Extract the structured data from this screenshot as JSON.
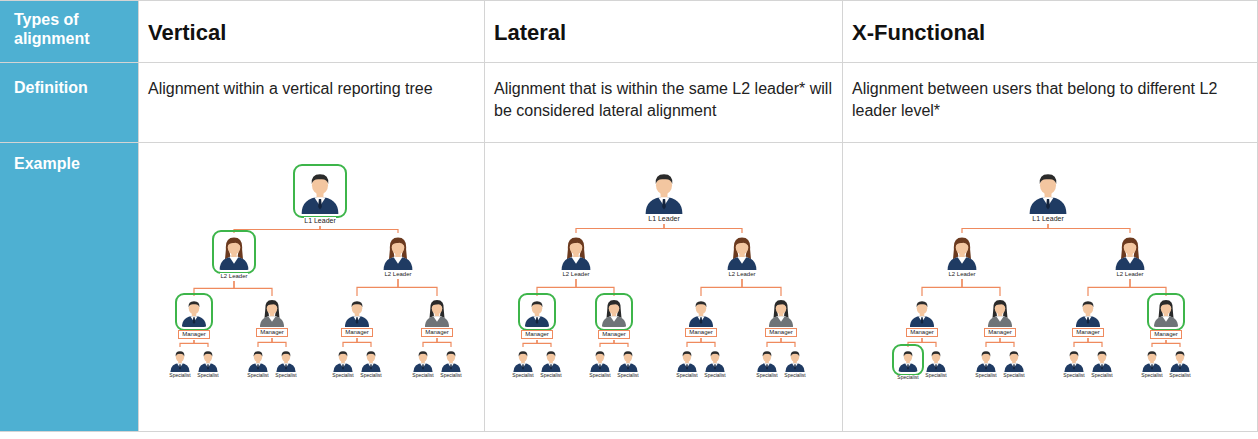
{
  "diagram": {
    "nodes": [
      {
        "text": [
          "L1 Leader"
        ]
      },
      {
        "text": [
          "L2 Leader"
        ]
      },
      {
        "text": [
          "L2 Leader"
        ]
      },
      {
        "text": [
          "Manager"
        ]
      },
      {
        "text": [
          "Manager"
        ]
      },
      {
        "text": [
          "Manager"
        ]
      },
      {
        "text": [
          "Manager"
        ]
      },
      {
        "text": [
          "Specialist"
        ]
      },
      {
        "text": [
          "Specialist"
        ]
      },
      {
        "text": [
          "Specialist"
        ]
      },
      {
        "text": [
          "Specialist"
        ]
      },
      {
        "text": [
          "Specialist"
        ]
      },
      {
        "text": [
          "Specialist"
        ]
      },
      {
        "text": [
          "Specialist"
        ]
      },
      {
        "text": [
          "Specialist"
        ]
      },
      {
        "text": [
          "L1 Leader"
        ]
      },
      {
        "text": [
          "L2 Leader"
        ]
      },
      {
        "text": [
          "L2 Leader"
        ]
      },
      {
        "text": [
          "Manager"
        ]
      },
      {
        "text": [
          "Manager"
        ]
      },
      {
        "text": [
          "Manager"
        ]
      },
      {
        "text": [
          "Manager"
        ]
      },
      {
        "text": [
          "Specialist"
        ]
      },
      {
        "text": [
          "Specialist"
        ]
      },
      {
        "text": [
          "Specialist"
        ]
      },
      {
        "text": [
          "Specialist"
        ]
      },
      {
        "text": [
          "Specialist"
        ]
      },
      {
        "text": [
          "Specialist"
        ]
      },
      {
        "text": [
          "Specialist"
        ]
      },
      {
        "text": [
          "Specialist"
        ]
      },
      {
        "text": [
          "L1 Leader"
        ]
      },
      {
        "text": [
          "L2 Leader"
        ]
      },
      {
        "text": [
          "L2 Leader"
        ]
      },
      {
        "text": [
          "Manager"
        ]
      },
      {
        "text": [
          "Manager"
        ]
      },
      {
        "text": [
          "Manager"
        ]
      },
      {
        "text": [
          "Manager"
        ]
      },
      {
        "text": [
          "Specialist"
        ]
      },
      {
        "text": [
          "Specialist"
        ]
      },
      {
        "text": [
          "Specialist"
        ]
      },
      {
        "text": [
          "Specialist"
        ]
      },
      {
        "text": [
          "Specialist"
        ]
      },
      {
        "text": [
          "Specialist"
        ]
      },
      {
        "text": [
          "Specialist"
        ]
      },
      {
        "text": [
          "Specialist"
        ]
      }
    ],
    "edges": [
      {
        "from": 0,
        "to": 1,
        "arrow": "none"
      },
      {
        "from": 0,
        "to": 2,
        "arrow": "none"
      },
      {
        "from": 1,
        "to": 3,
        "arrow": "none"
      },
      {
        "from": 1,
        "to": 4,
        "arrow": "none"
      },
      {
        "from": 2,
        "to": 5,
        "arrow": "none"
      },
      {
        "from": 2,
        "to": 6,
        "arrow": "none"
      },
      {
        "from": 3,
        "to": 7,
        "arrow": "none"
      },
      {
        "from": 3,
        "to": 8,
        "arrow": "none"
      },
      {
        "from": 4,
        "to": 9,
        "arrow": "none"
      },
      {
        "from": 4,
        "to": 10,
        "arrow": "none"
      },
      {
        "from": 5,
        "to": 11,
        "arrow": "none"
      },
      {
        "from": 5,
        "to": 12,
        "arrow": "none"
      },
      {
        "from": 6,
        "to": 13,
        "arrow": "none"
      },
      {
        "from": 6,
        "to": 14,
        "arrow": "none"
      },
      {
        "from": 15,
        "to": 16,
        "arrow": "none"
      },
      {
        "from": 15,
        "to": 17,
        "arrow": "none"
      },
      {
        "from": 16,
        "to": 18,
        "arrow": "none"
      },
      {
        "from": 16,
        "to": 19,
        "arrow": "none"
      },
      {
        "from": 17,
        "to": 20,
        "arrow": "none"
      },
      {
        "from": 17,
        "to": 21,
        "arrow": "none"
      },
      {
        "from": 18,
        "to": 22,
        "arrow": "none"
      },
      {
        "from": 18,
        "to": 23,
        "arrow": "none"
      },
      {
        "from": 19,
        "to": 24,
        "arrow": "none"
      },
      {
        "from": 19,
        "to": 25,
        "arrow": "none"
      },
      {
        "from": 20,
        "to": 26,
        "arrow": "none"
      },
      {
        "from": 20,
        "to": 27,
        "arrow": "none"
      },
      {
        "from": 21,
        "to": 28,
        "arrow": "none"
      },
      {
        "from": 21,
        "to": 29,
        "arrow": "none"
      },
      {
        "from": 30,
        "to": 31,
        "arrow": "none"
      },
      {
        "from": 30,
        "to": 32,
        "arrow": "none"
      },
      {
        "from": 31,
        "to": 33,
        "arrow": "none"
      },
      {
        "from": 31,
        "to": 34,
        "arrow": "none"
      },
      {
        "from": 32,
        "to": 35,
        "arrow": "none"
      },
      {
        "from": 32,
        "to": 36,
        "arrow": "none"
      },
      {
        "from": 33,
        "to": 37,
        "arrow": "none"
      },
      {
        "from": 33,
        "to": 38,
        "arrow": "none"
      },
      {
        "from": 34,
        "to": 39,
        "arrow": "none"
      },
      {
        "from": 34,
        "to": 40,
        "arrow": "none"
      },
      {
        "from": 35,
        "to": 41,
        "arrow": "none"
      },
      {
        "from": 35,
        "to": 42,
        "arrow": "none"
      },
      {
        "from": 36,
        "to": 43,
        "arrow": "none"
      },
      {
        "from": 36,
        "to": 44,
        "arrow": "none"
      }
    ],
    "labels": [
      "Types of alignment",
      "Vertical",
      "Lateral",
      "X-Functional",
      "Definition",
      "Alignment within a vertical reporting tree",
      "Alignment that is within the same L2 leader* will be considered lateral alignment",
      "Alignment between users that belong to different L2 leader level*",
      "Example"
    ]
  }
}
